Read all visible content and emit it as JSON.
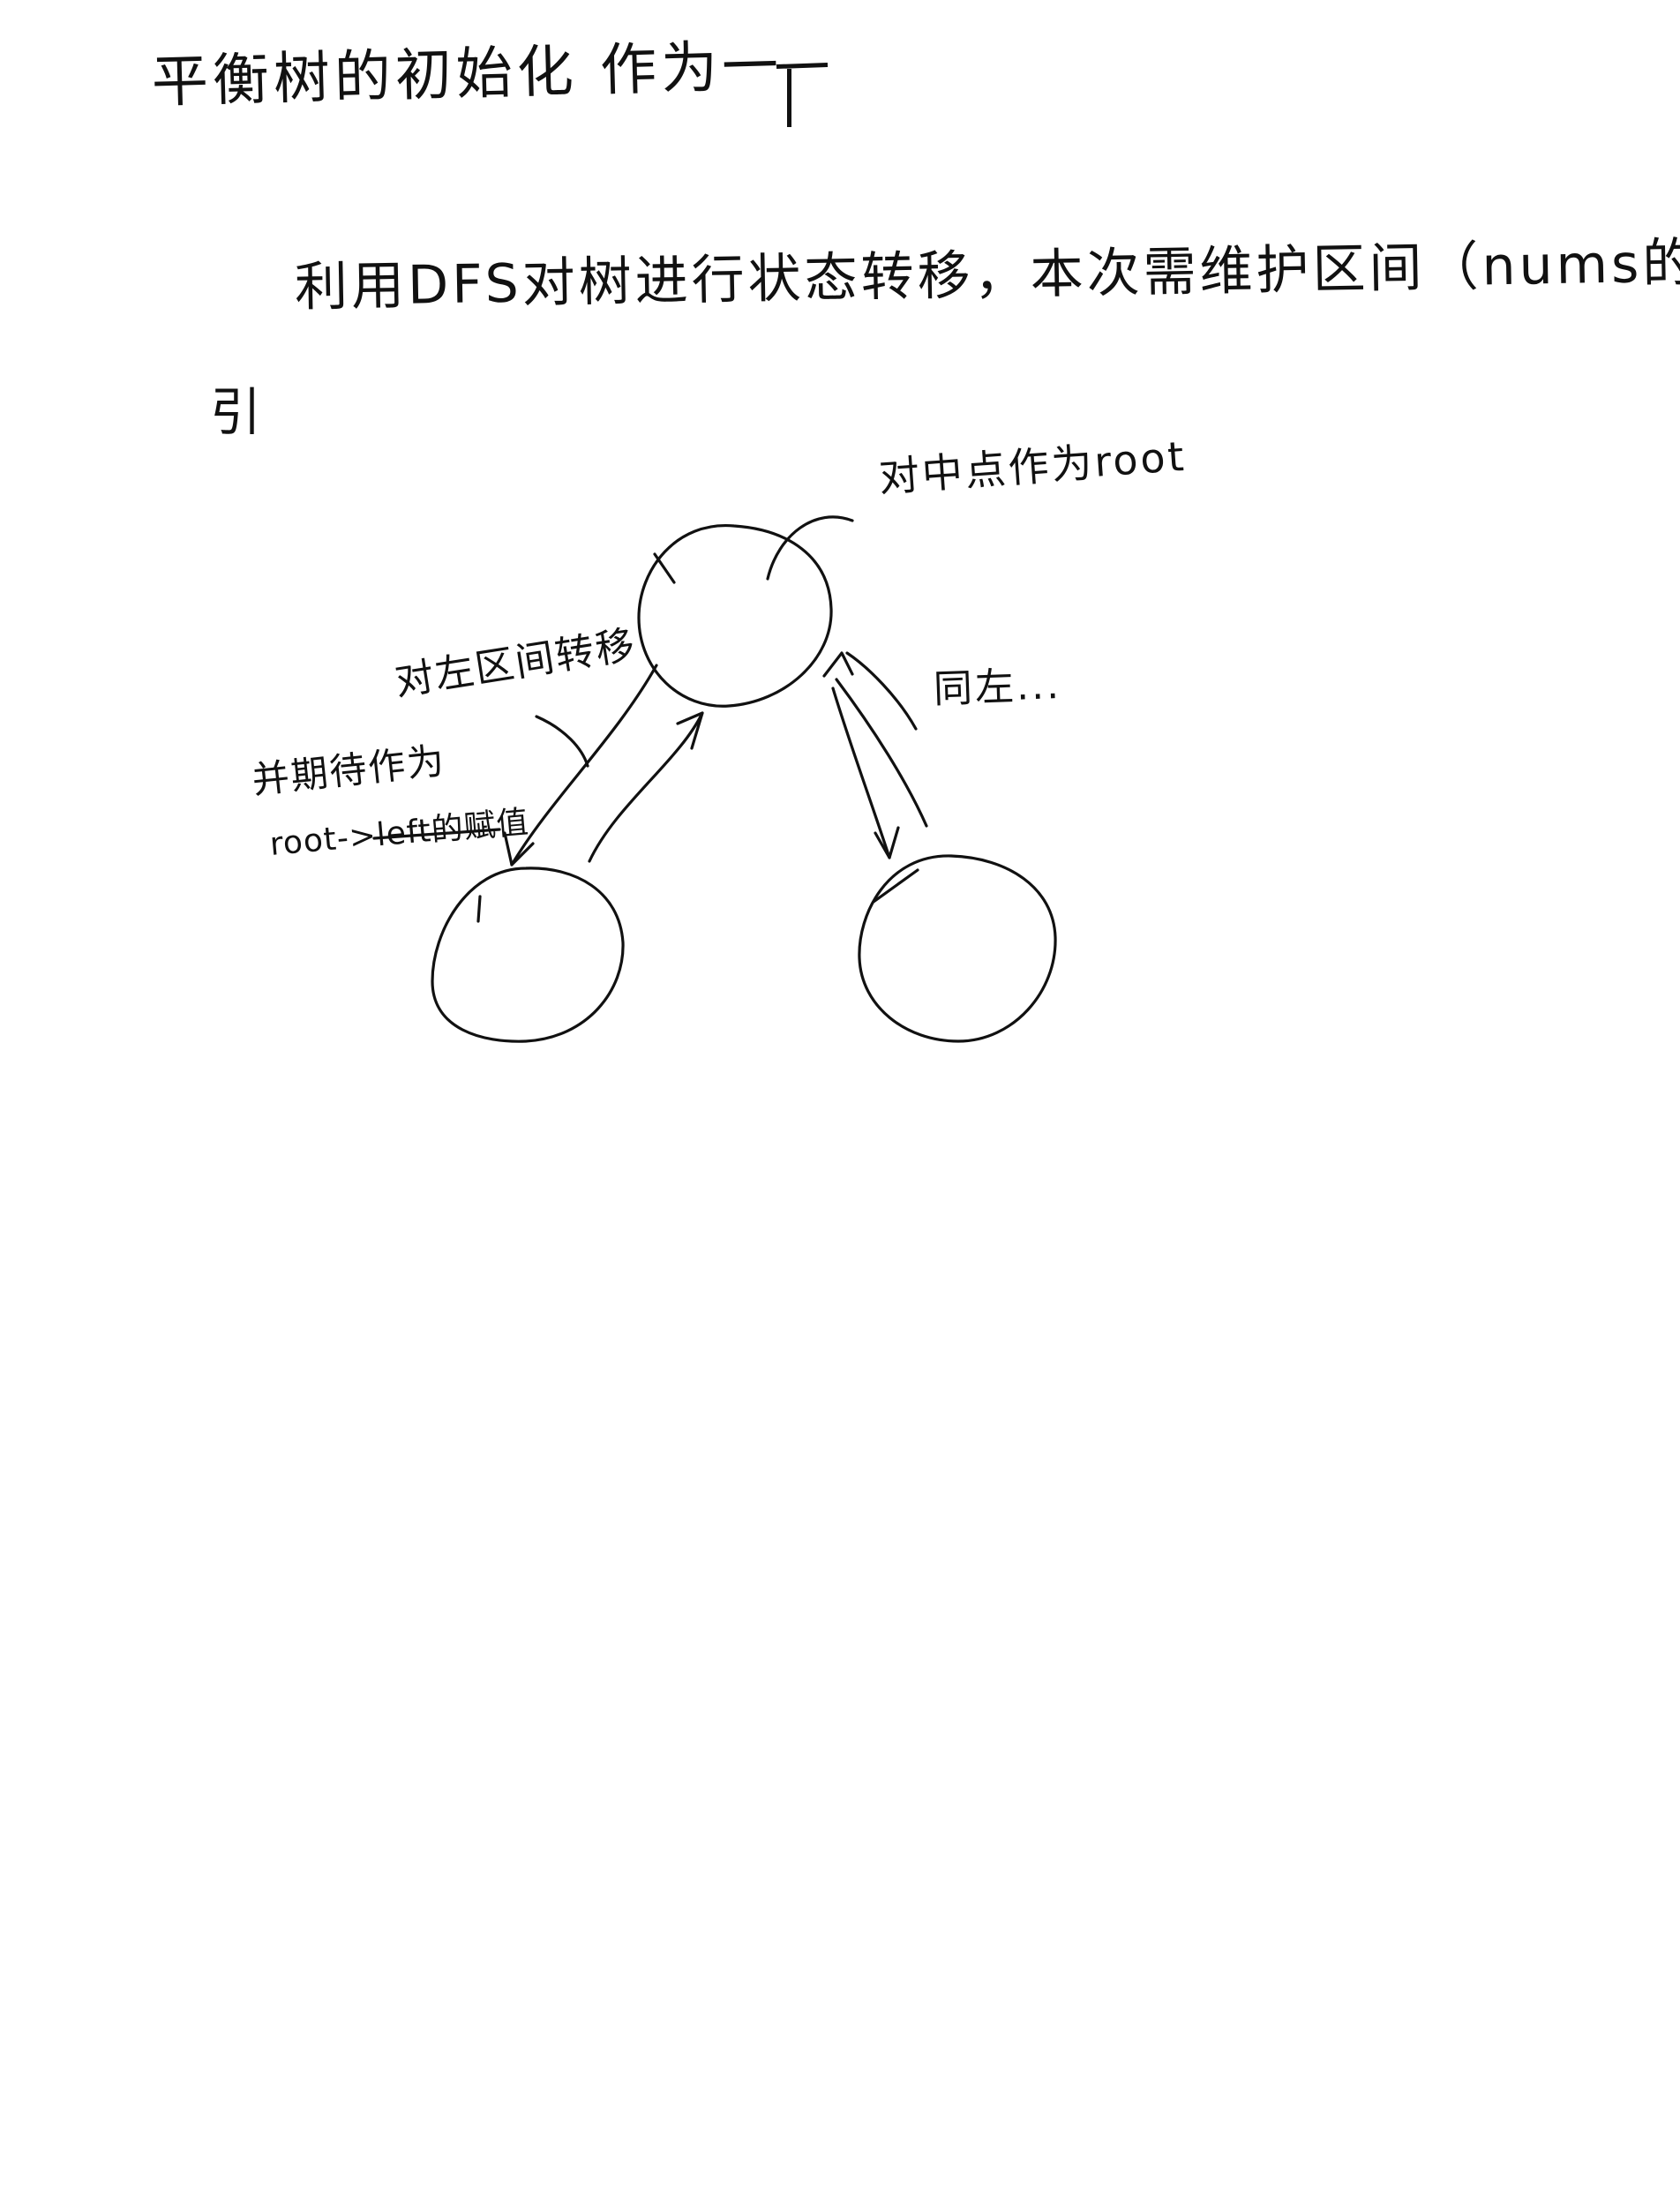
{
  "notes": {
    "title": "平衡树的初始化 作为一",
    "line2": "利用DFS对树进行状态转移，本次需维护区间（nums的）索",
    "line3": "引",
    "root_note": "对中点作为root",
    "left_note_1": "对左区间转移",
    "left_note_2": "并期待作为",
    "left_note_3": "root->left的赋值",
    "right_note": "同左..."
  },
  "icons": {
    "root_node": "circle-node",
    "left_node": "circle-node",
    "right_node": "circle-node"
  },
  "colors": {
    "ink": "#111111",
    "paper": "#ffffff"
  }
}
